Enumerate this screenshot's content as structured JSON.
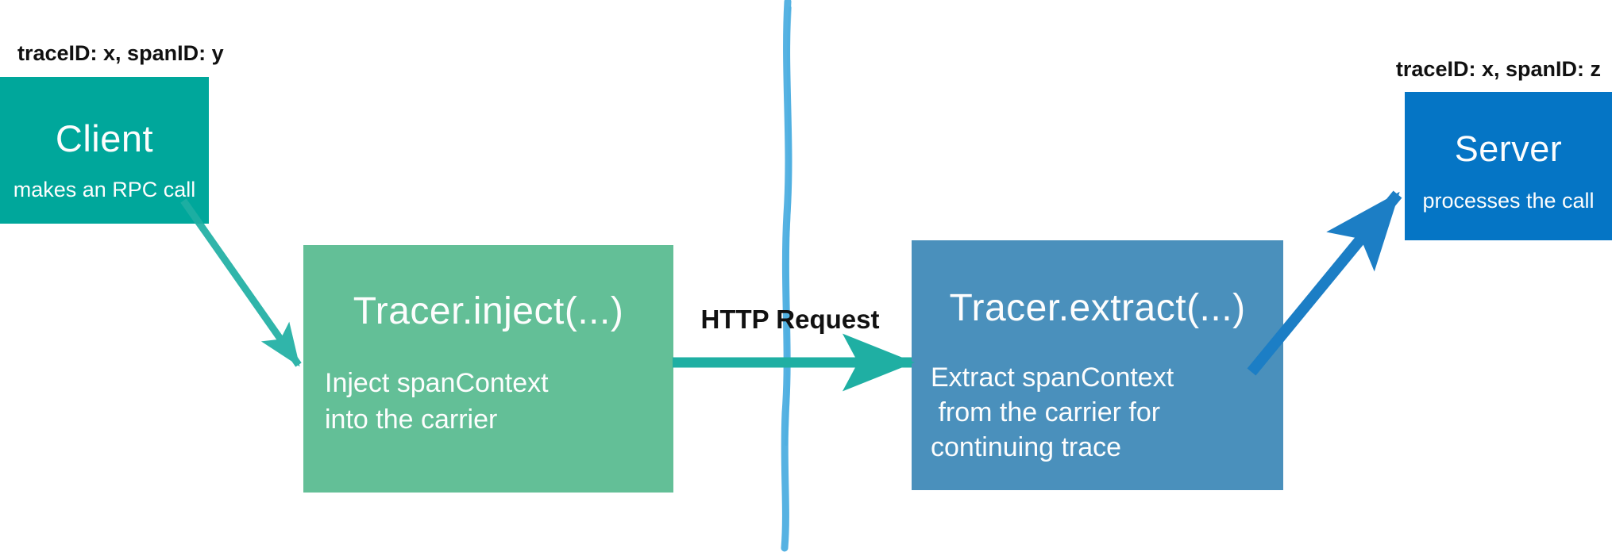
{
  "diagram": {
    "title": "Tracer inject/extract span context propagation across an RPC call",
    "labels": {
      "client_trace": "traceID: x, spanID: y",
      "server_trace": "traceID: x, spanID: z",
      "http_request": "HTTP Request"
    },
    "nodes": {
      "client": {
        "title": "Client",
        "subtitle": "makes an RPC call",
        "color": "#00A79B"
      },
      "inject": {
        "title": "Tracer.inject(...)",
        "lines": [
          "Inject spanContext",
          "into the carrier"
        ],
        "color": "#63BF97"
      },
      "extract": {
        "title": "Tracer.extract(...)",
        "lines": [
          "Extract spanContext",
          " from the carrier for",
          "continuing trace"
        ],
        "color": "#4A90BC"
      },
      "server": {
        "title": "Server",
        "subtitle": "processes the call",
        "color": "#0575C5"
      }
    },
    "connectors": {
      "rpc_call_arrow": {
        "name": "rpc-call-arrow",
        "color": "#1FAFA3"
      },
      "http_request_arrow": {
        "name": "http-request-arrow",
        "color": "#1FAFA3"
      },
      "extract_to_server_arrow": {
        "name": "extract-to-server-arrow",
        "color": "#1C7EC5"
      },
      "network_boundary_line": {
        "name": "network-boundary-line",
        "color": "#4DAEE0"
      }
    },
    "colors": {
      "background": "#FFFFFF",
      "label_text": "#111111",
      "box_text": "#FDFDFD"
    }
  }
}
